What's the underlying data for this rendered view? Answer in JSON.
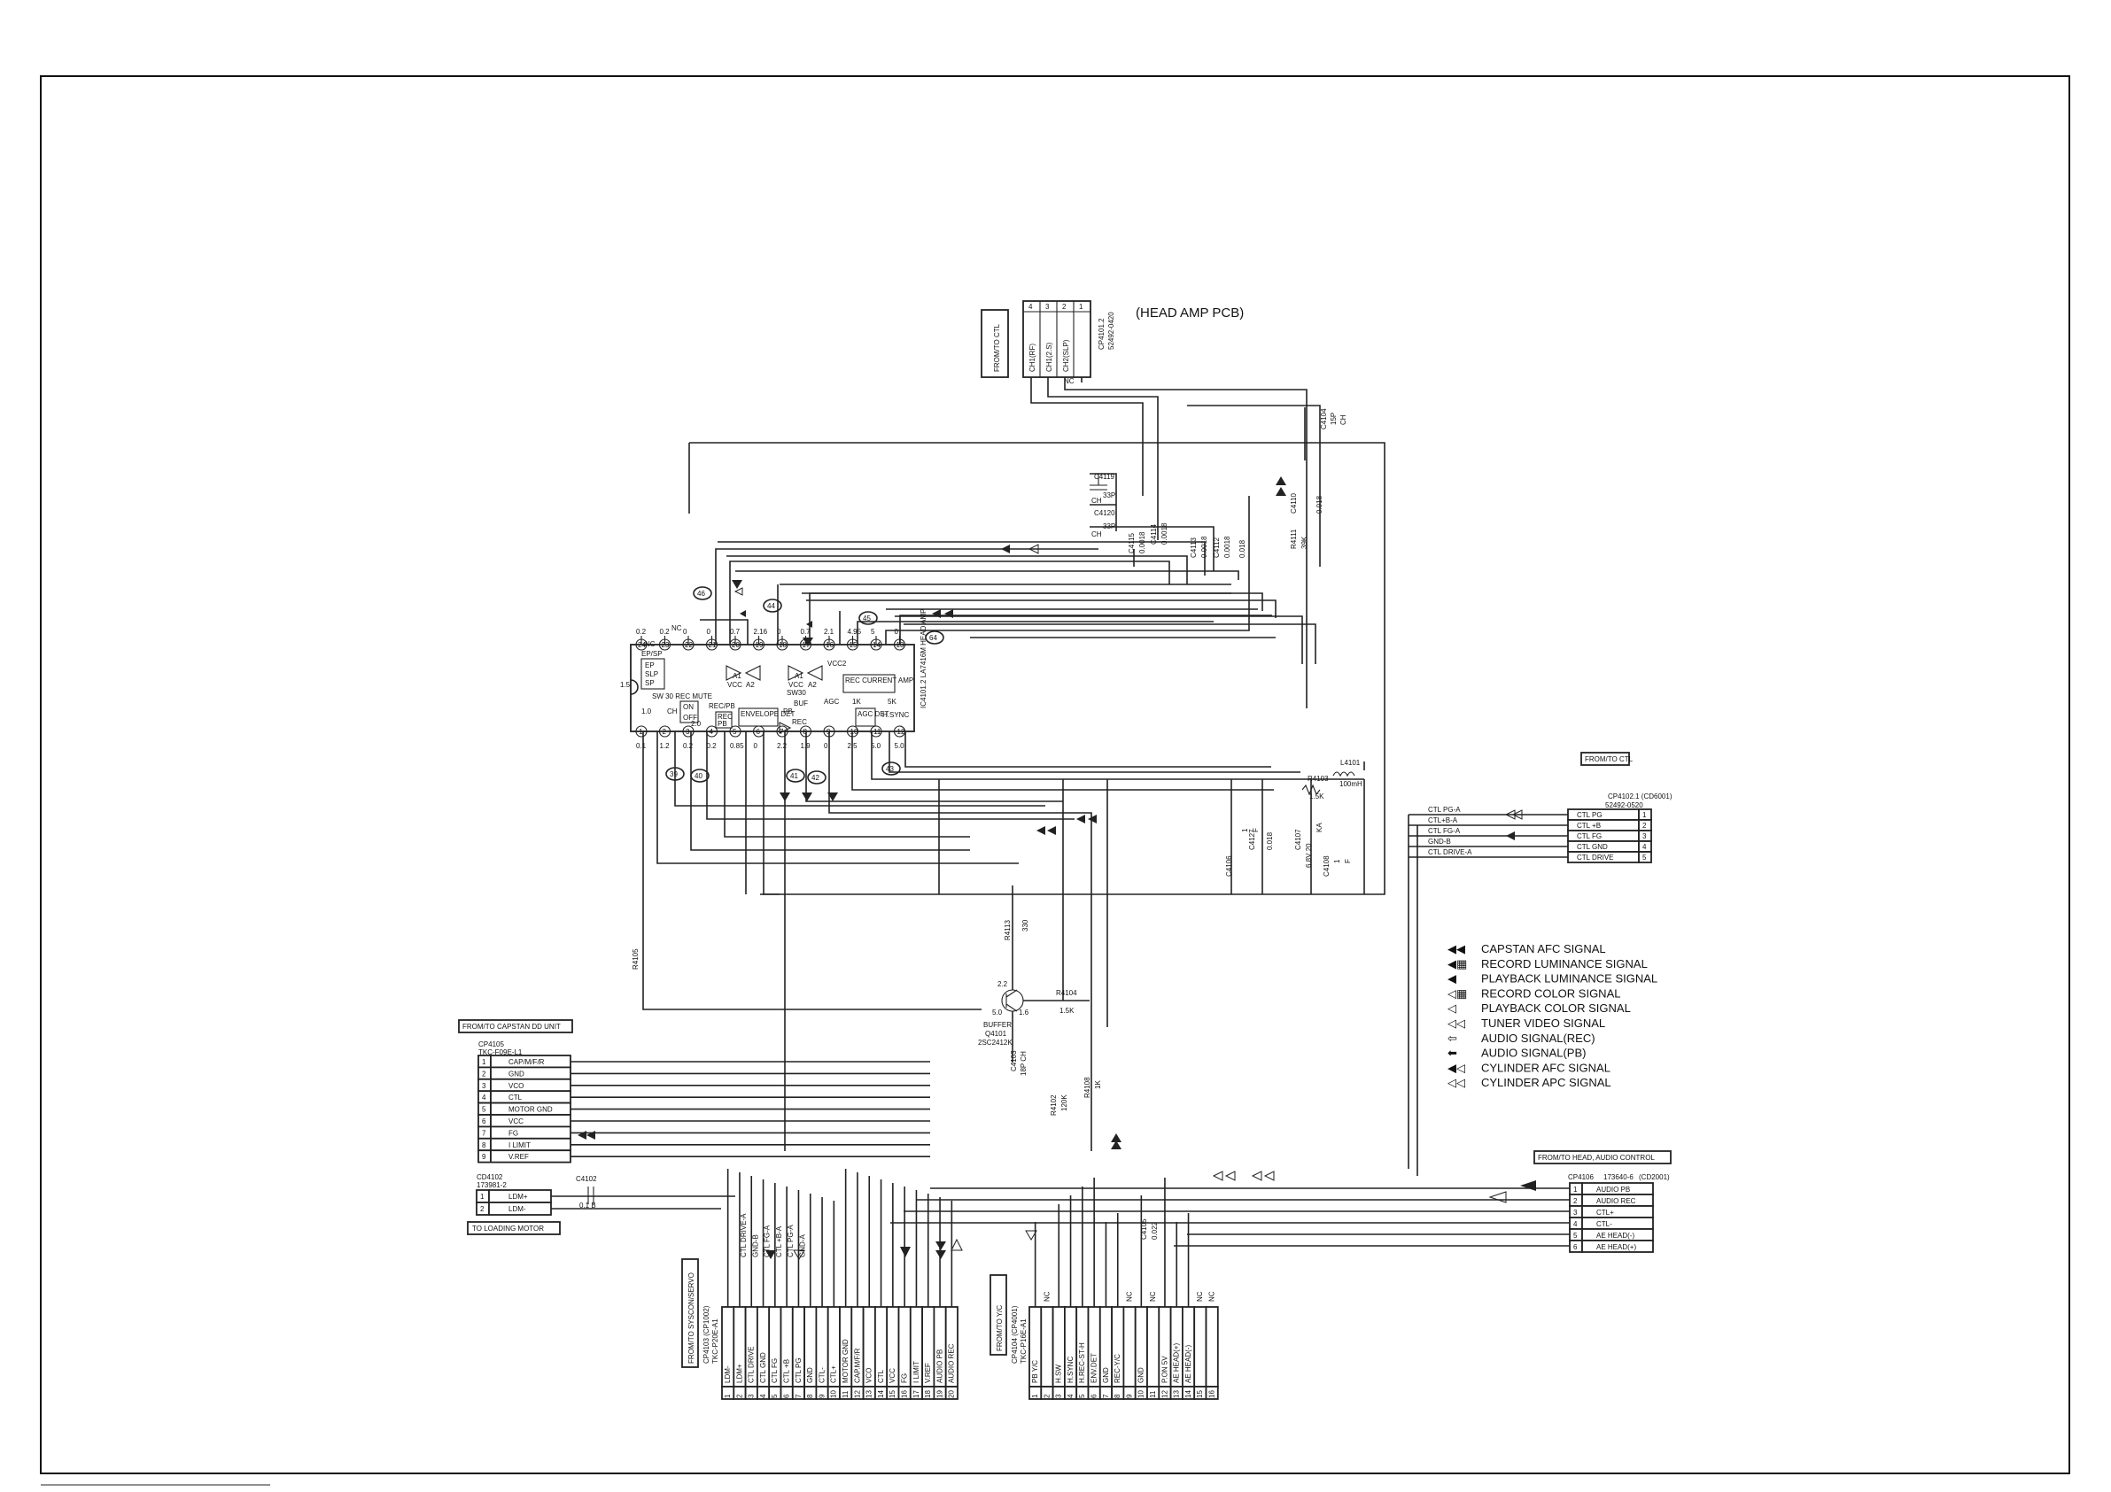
{
  "title": "(HEAD AMP PCB)",
  "ic": {
    "name": "IC4101.2 LA7416M HEAD AMP",
    "blocks": {
      "ep": "EP",
      "slp": "SLP",
      "sp": "SP",
      "ep_sp": "EP/SP",
      "sw30_rec_mute": "SW 30 REC MUTE",
      "on": "ON",
      "off": "OFF",
      "chv": "CH",
      "rec_pb": "REC/PB",
      "rec": "REC",
      "pb": "PB",
      "envelope_det": "ENVELOPE DET",
      "rec_current_amp": "REC CURRENT AMP",
      "agc": "AGC",
      "agc_det": "AGC DET",
      "buf": "BUF",
      "sw30": "SW30",
      "vcc": "VCC",
      "vcc2": "VCC2",
      "a1": "A1",
      "a2": "A2",
      "hsync": "H.SYNC",
      "k1": "1K",
      "k5": "5K"
    },
    "top_pins": [
      "24",
      "23",
      "22",
      "21",
      "20",
      "19",
      "18",
      "17",
      "16",
      "15",
      "14",
      "13"
    ],
    "bottom_pins": [
      "1",
      "2",
      "3",
      "4",
      "5",
      "6",
      "7",
      "8",
      "9",
      "10",
      "11",
      "12"
    ],
    "top_volts": [
      "0.2",
      "0.2",
      "0",
      "0",
      "0.7",
      "2.16",
      "0",
      "0.7",
      "2.1",
      "4.95",
      "5",
      "0"
    ],
    "bottom_volts": [
      "0.1",
      "1.2",
      "0.2",
      "0.2",
      "0.85",
      "0",
      "2.2",
      "1.9",
      "0",
      "2.5",
      "5.0",
      "5.0"
    ],
    "left_volts": [
      "1.5",
      "1.0",
      "2.0"
    ],
    "nc_labels": [
      "NC",
      "NC"
    ],
    "test_points": [
      "46",
      "44",
      "45",
      "64",
      "39",
      "40",
      "41",
      "42",
      "43"
    ]
  },
  "parts": {
    "c4119": "C4119",
    "c4119_val": "33P",
    "c4119_type": "CH",
    "c4120": "C4120",
    "c4120_val": "33P",
    "c4120_type": "CH",
    "c4115": "C4115",
    "c4115_val": "0.0018",
    "c4114": "C4114",
    "c4114_val": "0.0018",
    "c4113": "C4113",
    "c4113_val": "0.0018",
    "c4112": "C4112",
    "c4112_val": "0.0018",
    "c4110": "C4110",
    "c4110_val": "0.018",
    "r4111": "R4111",
    "r4111_val": "39K",
    "c4104": "C4104",
    "c4104_val": "15P",
    "c4104_type": "CH",
    "l4101": "L4101",
    "l4101_val": "100mH",
    "r4103": "R4103",
    "r4103_val": "1.5K",
    "c4106": "C4106",
    "c4106_val": "1",
    "c4106_type": "F",
    "c4127": "C4127",
    "c4127_val": "0.018",
    "c4107": "C4107",
    "c4107_val": "6.8V 20",
    "c4107_type": "KA",
    "c4108": "C4108",
    "c4108_val": "1",
    "c4108_type": "F",
    "r4113": "R4113",
    "r4113_val": "330",
    "r4104": "R4104",
    "r4104_val": "1.5K",
    "q4101": "BUFFER",
    "q4101_ref": "Q4101",
    "q4101_type": "2SC2412K",
    "q_pins": [
      "2.2",
      "5.0",
      "1.6"
    ],
    "c4103": "C4103",
    "c4103_val": "18P CH",
    "r4102": "R4102",
    "r4102_val": "120K",
    "r4108": "R4108",
    "r4108_val": "1K",
    "c4105": "C4105",
    "c4105_val": "0.022",
    "c4102": "C4102",
    "c4102_val": "0.1 B",
    "r4105": "R4105"
  },
  "connectors": {
    "ctl_top": {
      "box_label": "FROM/TO CTL",
      "ref": "CP4101.2",
      "part": "52492-0420",
      "pins": [
        "4",
        "3",
        "2",
        "1"
      ],
      "signals": [
        "CH1(RF)",
        "CH1(2.S)",
        "CH2(SLP)",
        ""
      ],
      "nc": "NC"
    },
    "ctl_right": {
      "box_label": "FROM/TO CTL",
      "ref": "CP4102.1 (CD6001)",
      "part": "52492-0520",
      "pins": [
        {
          "no": "1",
          "name": "CTL PG"
        },
        {
          "no": "2",
          "name": "CTL +B"
        },
        {
          "no": "3",
          "name": "CTL FG"
        },
        {
          "no": "4",
          "name": "CTL GND"
        },
        {
          "no": "5",
          "name": "CTL DRIVE"
        }
      ],
      "nets": [
        "CTL PG-A",
        "CTL+B-A",
        "CTL FG-A",
        "GND-B",
        "CTL DRIVE-A"
      ]
    },
    "capstan": {
      "box_label": "FROM/TO CAPSTAN DD UNIT",
      "ref": "CP4105",
      "part": "TKC-F09E-L1",
      "pins": [
        {
          "no": "1",
          "name": "CAP/M/F/R"
        },
        {
          "no": "2",
          "name": "GND"
        },
        {
          "no": "3",
          "name": "VCO"
        },
        {
          "no": "4",
          "name": "CTL"
        },
        {
          "no": "5",
          "name": "MOTOR GND"
        },
        {
          "no": "6",
          "name": "VCC"
        },
        {
          "no": "7",
          "name": "FG"
        },
        {
          "no": "8",
          "name": "I LIMIT"
        },
        {
          "no": "9",
          "name": "V.REF"
        }
      ]
    },
    "loading": {
      "box_label": "TO LOADING MOTOR",
      "ref": "CD4102",
      "part": "173981-2",
      "pins": [
        {
          "no": "1",
          "name": "LDM+"
        },
        {
          "no": "2",
          "name": "LDM-"
        }
      ]
    },
    "head_audio": {
      "box_label": "FROM/TO HEAD, AUDIO CONTROL",
      "ref": "CP4106",
      "part": "173640-6",
      "ref2": "(CD2001)",
      "pins": [
        {
          "no": "1",
          "name": "AUDIO PB"
        },
        {
          "no": "2",
          "name": "AUDIO REC"
        },
        {
          "no": "3",
          "name": "CTL+"
        },
        {
          "no": "4",
          "name": "CTL-"
        },
        {
          "no": "5",
          "name": "AE HEAD(-)"
        },
        {
          "no": "6",
          "name": "AE HEAD(+)"
        }
      ]
    },
    "syscon": {
      "box_label": "FROM/TO SYSCON/SERVO",
      "ref": "CP4103 (CP1002)",
      "part": "TKC-P20E-A1",
      "pins": [
        {
          "no": "1",
          "name": "LDM-"
        },
        {
          "no": "2",
          "name": "LDM+"
        },
        {
          "no": "3",
          "name": "CTL DRIVE"
        },
        {
          "no": "4",
          "name": "CTL GND"
        },
        {
          "no": "5",
          "name": "CTL FG"
        },
        {
          "no": "6",
          "name": "CTL +B"
        },
        {
          "no": "7",
          "name": "CTL PG"
        },
        {
          "no": "8",
          "name": "GND"
        },
        {
          "no": "9",
          "name": "CTL-"
        },
        {
          "no": "10",
          "name": "CTL+"
        },
        {
          "no": "11",
          "name": "MOTOR GND"
        },
        {
          "no": "12",
          "name": "CAP.M/F/R"
        },
        {
          "no": "13",
          "name": "VCO"
        },
        {
          "no": "14",
          "name": "CTL"
        },
        {
          "no": "15",
          "name": "VCC"
        },
        {
          "no": "16",
          "name": "FG"
        },
        {
          "no": "17",
          "name": "I LIMIT"
        },
        {
          "no": "18",
          "name": "V.REF"
        },
        {
          "no": "19",
          "name": "AUDIO PB"
        },
        {
          "no": "20",
          "name": "AUDIO REC"
        }
      ],
      "nets": [
        "CTL DRIVE-A",
        "GND-B",
        "CTL FG-A",
        "CTL +B-A",
        "CTL PG-A",
        "GND-A"
      ]
    },
    "yc": {
      "box_label": "FROM/TO Y/C",
      "ref": "CP4104 (CP4001)",
      "part": "TKC-P16E-A1",
      "pins": [
        {
          "no": "1",
          "name": "PB Y/C"
        },
        {
          "no": "2",
          "name": ""
        },
        {
          "no": "3",
          "name": "H.SW"
        },
        {
          "no": "4",
          "name": "H.SYNC"
        },
        {
          "no": "5",
          "name": "H.REC-ST-H"
        },
        {
          "no": "6",
          "name": "ENV.DET"
        },
        {
          "no": "7",
          "name": "GND"
        },
        {
          "no": "8",
          "name": "REC-Y/C"
        },
        {
          "no": "9",
          "name": ""
        },
        {
          "no": "10",
          "name": "GND"
        },
        {
          "no": "11",
          "name": ""
        },
        {
          "no": "12",
          "name": "P.ON 5V"
        },
        {
          "no": "13",
          "name": "AE HEAD(+)"
        },
        {
          "no": "14",
          "name": "AE HEAD(-)"
        },
        {
          "no": "15",
          "name": ""
        },
        {
          "no": "16",
          "name": ""
        }
      ],
      "nc": "NC"
    }
  },
  "legend": [
    {
      "symbol": "◀◀",
      "label": "CAPSTAN AFC SIGNAL"
    },
    {
      "symbol": "◀▦",
      "label": "RECORD LUMINANCE SIGNAL"
    },
    {
      "symbol": "◀",
      "label": "PLAYBACK LUMINANCE SIGNAL"
    },
    {
      "symbol": "◁▦",
      "label": "RECORD COLOR SIGNAL"
    },
    {
      "symbol": "◁",
      "label": "PLAYBACK COLOR SIGNAL"
    },
    {
      "symbol": "◁◁",
      "label": "TUNER VIDEO SIGNAL"
    },
    {
      "symbol": "⇦",
      "label": "AUDIO SIGNAL(REC)"
    },
    {
      "symbol": "⬅",
      "label": "AUDIO SIGNAL(PB)"
    },
    {
      "symbol": "◀◁",
      "label": "CYLINDER AFC SIGNAL"
    },
    {
      "symbol": "◁◁",
      "label": "CYLINDER APC SIGNAL"
    }
  ]
}
